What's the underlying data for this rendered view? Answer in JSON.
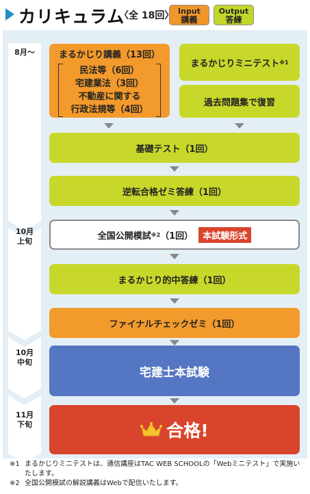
{
  "header": {
    "title": "カリキュラム",
    "count": "〈全 18回〉",
    "badge_input": {
      "top": "Input",
      "bottom": "講義"
    },
    "badge_output": {
      "top": "Output",
      "bottom": "答練"
    }
  },
  "timeline": {
    "aug": "8月〜",
    "oct_early": [
      "10月",
      "上旬"
    ],
    "oct_mid": [
      "10月",
      "中旬"
    ],
    "nov_late": [
      "11月",
      "下旬"
    ]
  },
  "lecture": {
    "title": "まるかじり講義（13回）",
    "lines": [
      "民法等（6回）",
      "宅建業法（3回）",
      "不動産に関する",
      "行政法規等（4回）"
    ]
  },
  "mini_test": {
    "label": "まるかじりミニテスト",
    "mark": "※1"
  },
  "review": "過去問題集で復習",
  "basic_test": "基礎テスト（1回）",
  "gyakuten": "逆転合格ゼミ答練（1回）",
  "mock": {
    "label": "全国公開模試",
    "mark": "※2",
    "count": "（1回）",
    "tag": "本試験形式"
  },
  "tekichu": "まるかじり的中答練（1回）",
  "final": "ファイナルチェックゼミ（1回）",
  "exam": "宅建士本試験",
  "pass": "合格!",
  "notes": [
    {
      "mark": "※1",
      "text": "まるかじりミニテストは、通信講座はTAC WEB SCHOOLの「Webミニテスト」で実施いたします。"
    },
    {
      "mark": "※2",
      "text": "全国公開模試の解説講義はWebで配信いたします。"
    }
  ],
  "colors": {
    "accent_blue": "#1f8ec9",
    "input_orange": "#f39a2c",
    "output_lime": "#c8d82a",
    "exam_blue": "#5576c2",
    "pass_red": "#d9452c"
  }
}
